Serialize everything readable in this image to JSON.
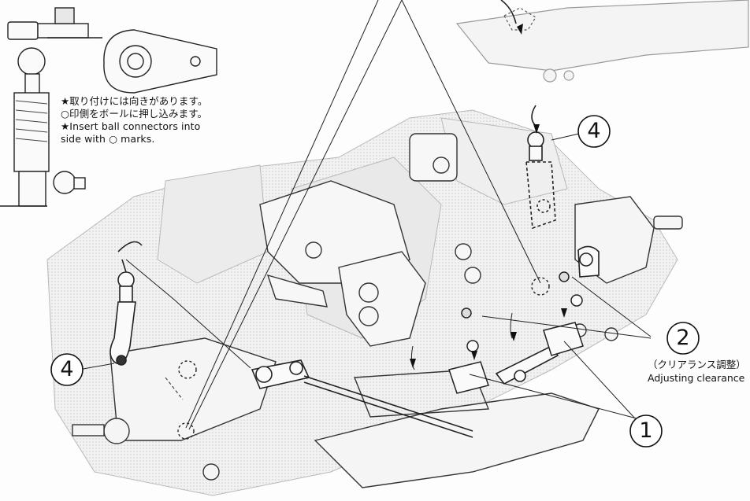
{
  "instruction_note": {
    "line1": "★取り付けには向きがあります。",
    "line2": "○印側をボールに押し込みます。",
    "line3": "★Insert ball connectors into",
    "line4": "side with ○ marks."
  },
  "callouts": {
    "part_1": "1",
    "part_2": "2",
    "part_4_right": "4",
    "part_4_left": "4"
  },
  "clearance_label": {
    "ja": "（クリアランス調整）",
    "en": "Adjusting clearance"
  }
}
